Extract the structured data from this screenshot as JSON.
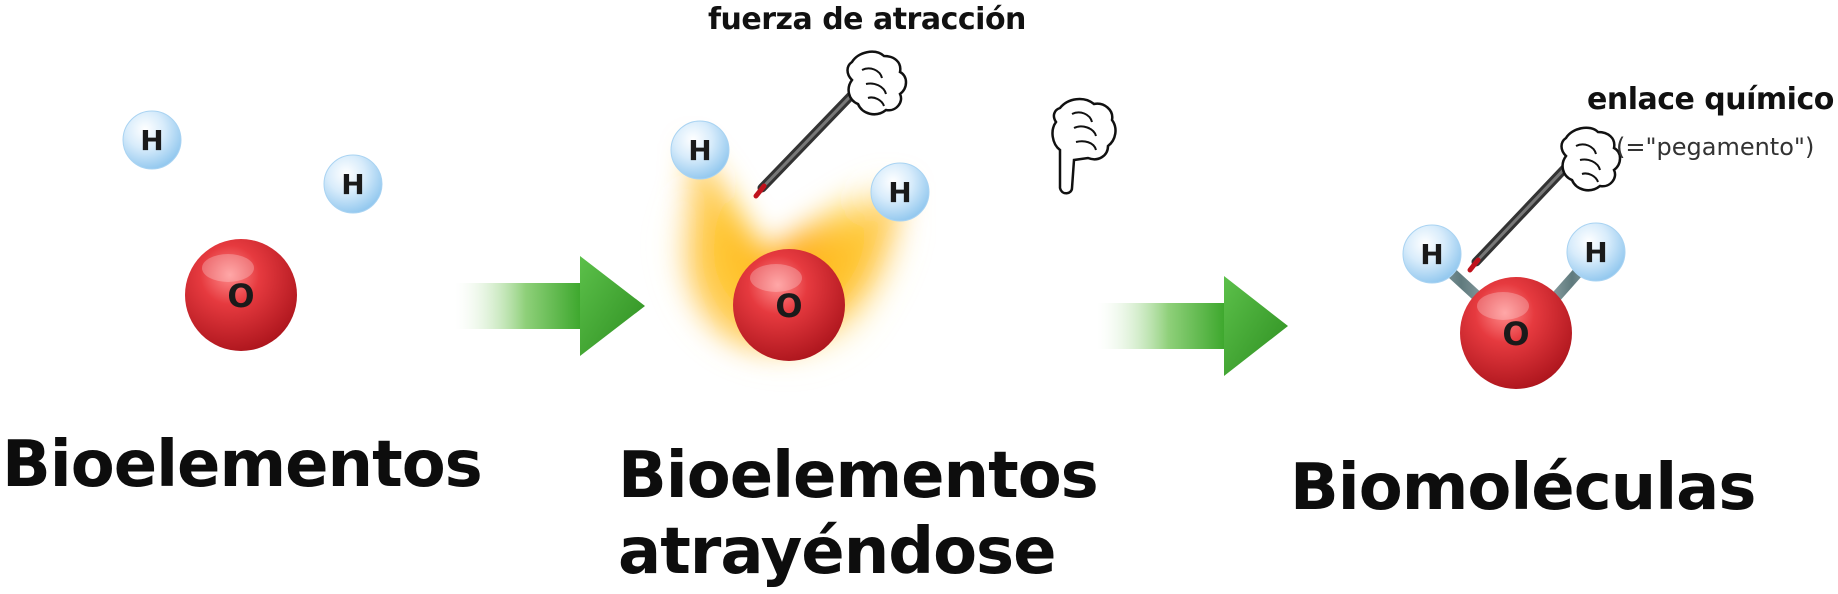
{
  "atoms": {
    "hydrogen": "H",
    "oxygen": "O"
  },
  "annotations": {
    "attraction_force": "fuerza de atracción",
    "chemical_bond": "enlace químico",
    "glue_note": "(=\"pegamento\")"
  },
  "stages": [
    {
      "title_line1": "Bioelementos",
      "title_line2": ""
    },
    {
      "title_line1": "Bioelementos",
      "title_line2": "atrayéndose"
    },
    {
      "title_line1": "Biomoléculas",
      "title_line2": ""
    }
  ],
  "colors": {
    "hydrogen_fill": "#cfe8fb",
    "oxygen_fill": "#d8252b",
    "arrow_green": "#3aa62a",
    "glow": "#ffb300"
  },
  "icons": [
    "hand-holding-pen-icon",
    "pointing-hand-icon",
    "right-arrow-icon"
  ]
}
